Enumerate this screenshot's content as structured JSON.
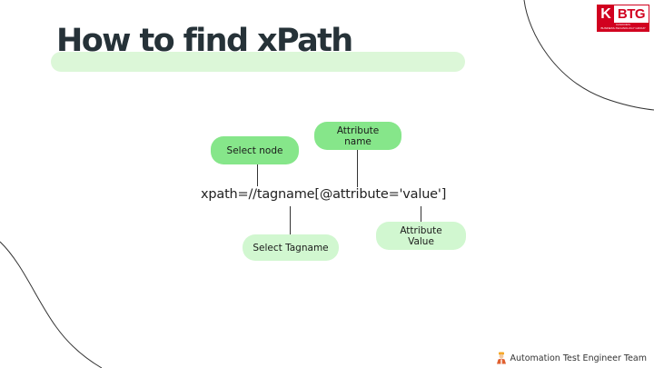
{
  "title": "How to find xPath",
  "logo": {
    "letter": "K",
    "rest": "BTG",
    "line1": "KASIKORN",
    "line2": "BUSINESS-TECHNOLOGY GROUP"
  },
  "diagram": {
    "expression": "xpath=//tagname[@attribute='value']",
    "labels": {
      "select_node": "Select node",
      "attribute_name": "Attribute\nname",
      "select_tagname": "Select Tagname",
      "attribute_value": "Attribute\nValue"
    }
  },
  "footer": {
    "text": "Automation Test Engineer Team",
    "icon": "engineer-icon"
  },
  "colors": {
    "accent_dark": "#86e68a",
    "accent_light": "#d1f7d0",
    "title_highlight": "#dcf7d8",
    "logo_red": "#d1001f",
    "title_text": "#263238"
  }
}
